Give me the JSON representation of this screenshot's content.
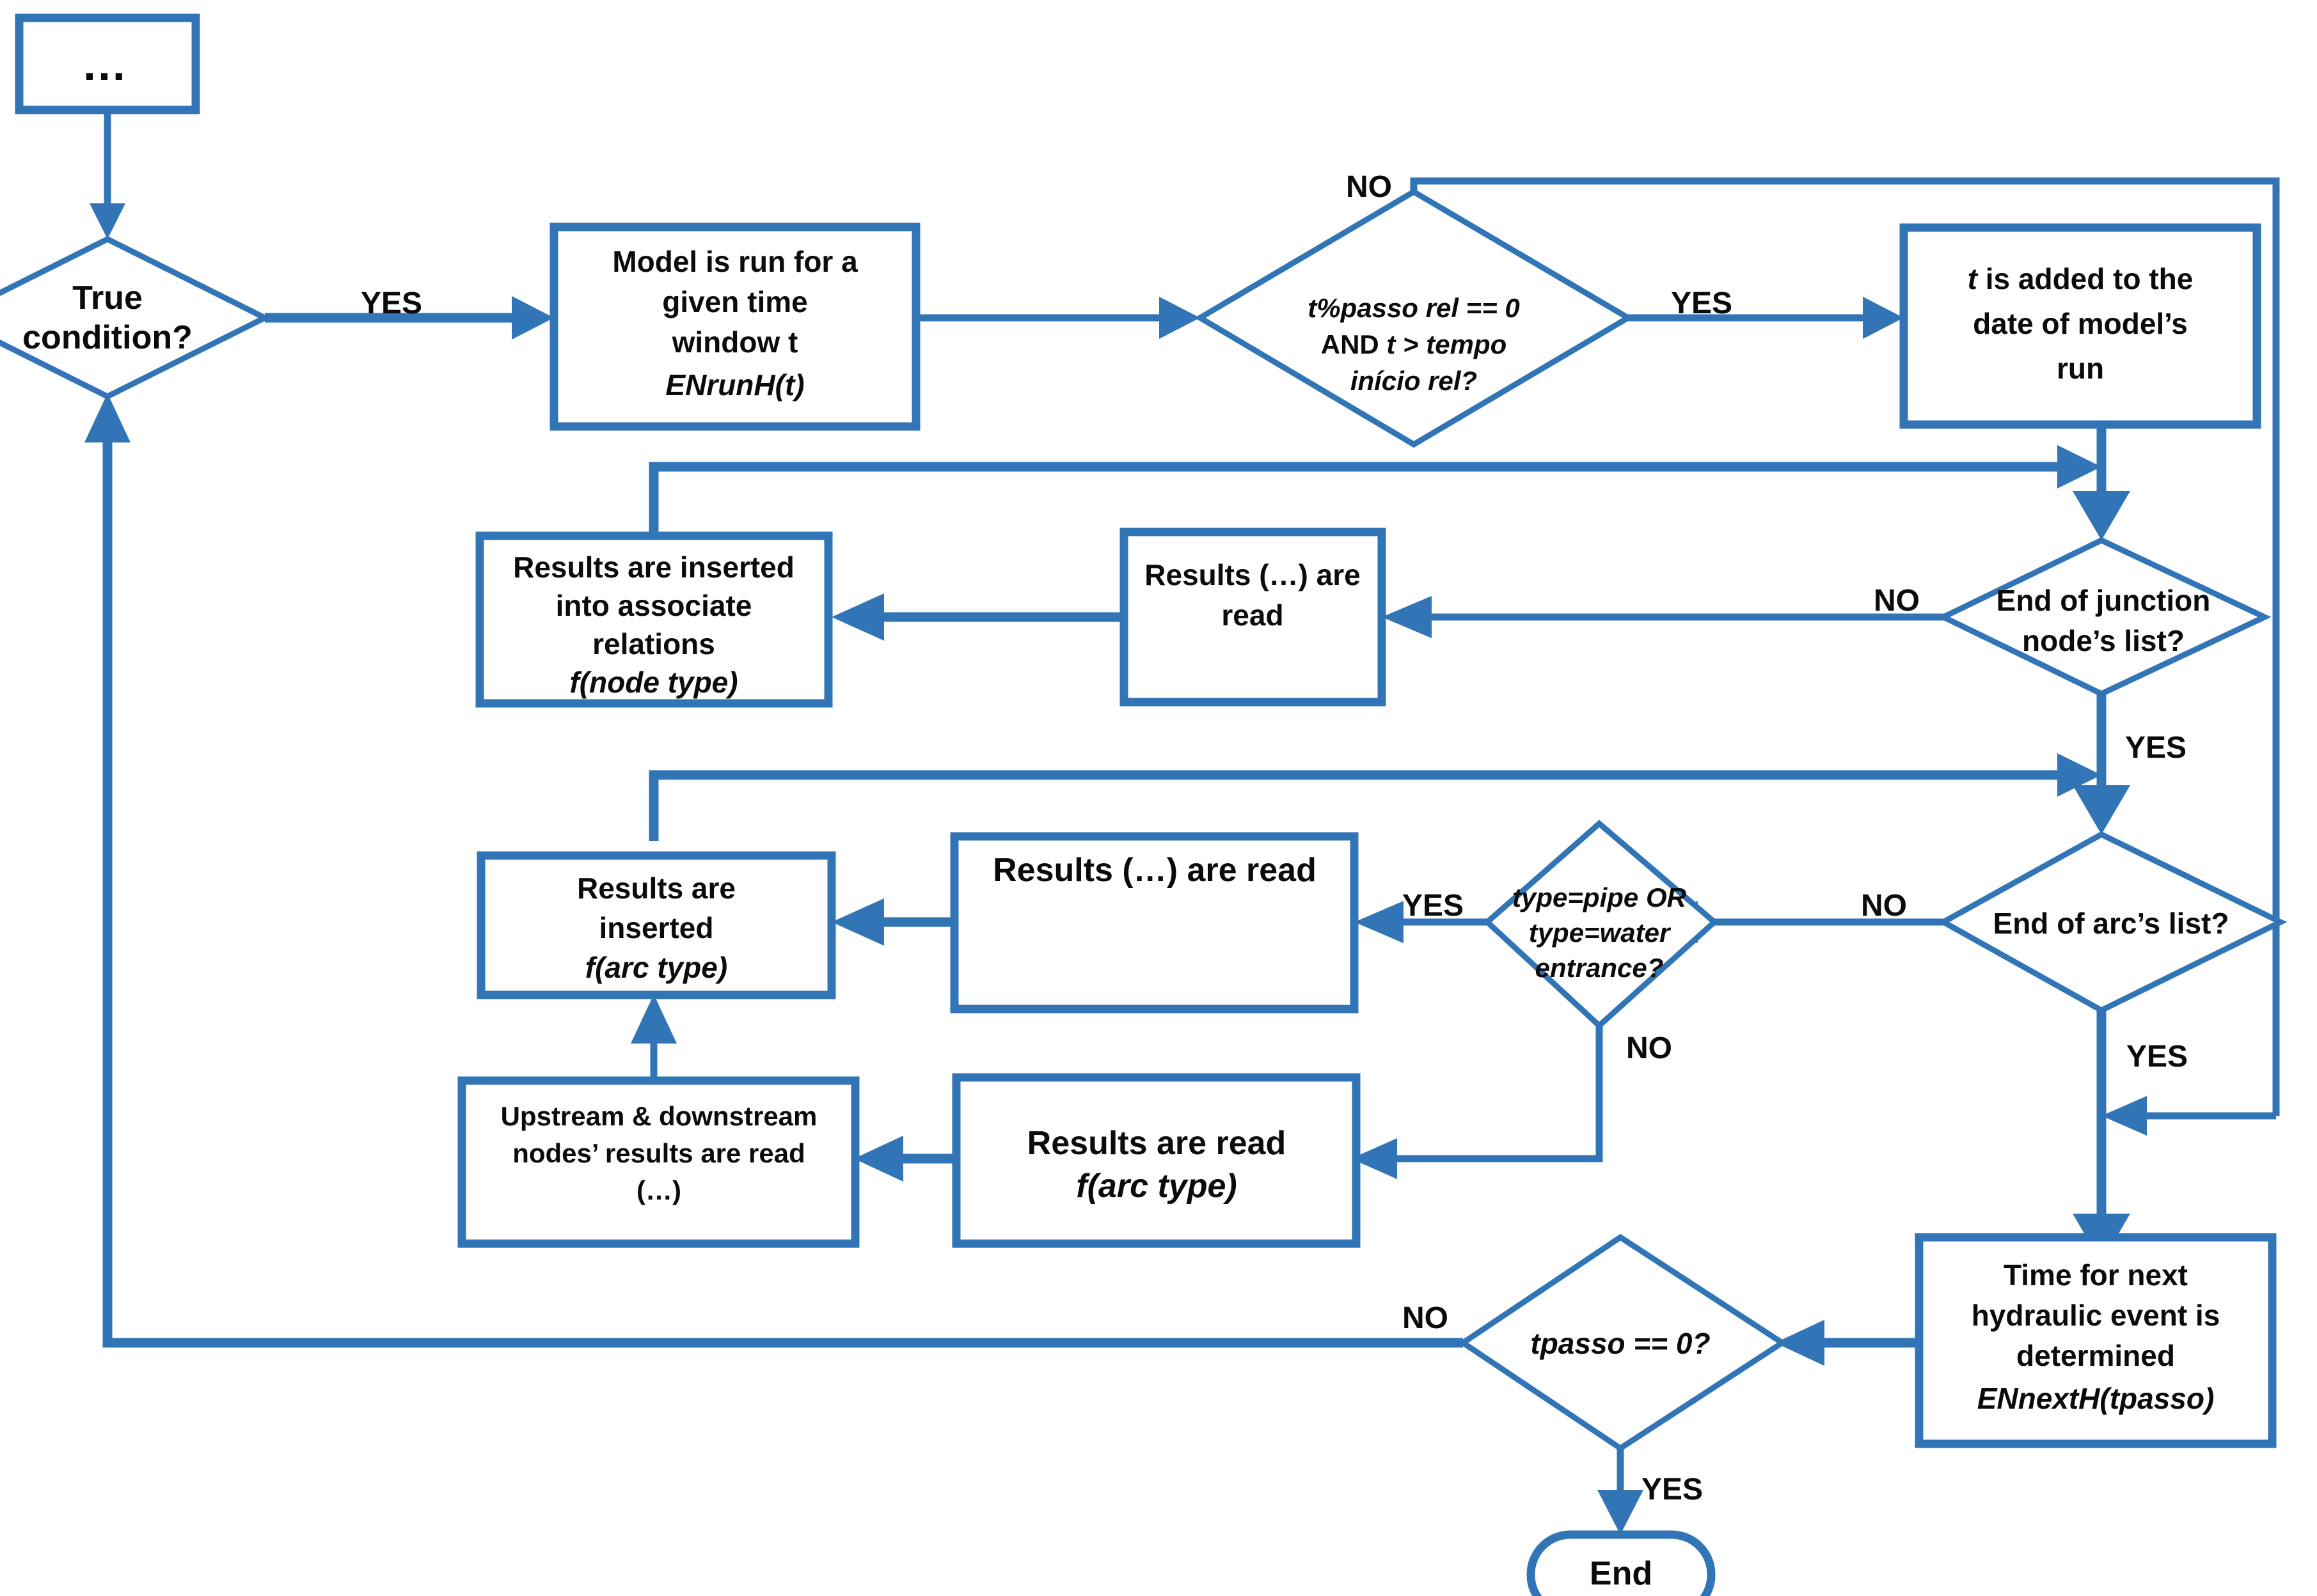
{
  "diagram": {
    "title": "Model run flowchart",
    "accent_color": "#3275B6",
    "text_color": "#0B0B0B",
    "background_color": "#FFFFFF"
  },
  "nodes": {
    "start_ellipsis": {
      "text": "…"
    },
    "true_condition": {
      "line1": "True",
      "line2": "condition?"
    },
    "model_run": {
      "line1": "Model is run for a",
      "line2": "given time",
      "line3": "window t",
      "line4": "ENrunH(t)"
    },
    "passo_check": {
      "line1": "t%passo rel == 0",
      "line2": "AND t > tempo",
      "line3": "início rel?"
    },
    "t_added": {
      "line1": "t is added to the",
      "line2": "date of model’s",
      "line3": "run"
    },
    "junction_end": {
      "line1": "End of junction",
      "line2": "node’s list?"
    },
    "results_read_node": {
      "line1": "Results (…) are",
      "line2": "read"
    },
    "results_inserted_node": {
      "line1": "Results are inserted",
      "line2": "into associate",
      "line3": "relations",
      "line4": "f(node type)"
    },
    "arc_end": {
      "line1": "End of arc’s list?"
    },
    "type_check": {
      "line1": "type=pipe OR",
      "line2": "type=water",
      "line3": "entrance?"
    },
    "results_read_arc": {
      "line1": "Results (…) are read"
    },
    "results_inserted_arc": {
      "line1": "Results are",
      "line2": "inserted",
      "line3": "f(arc type)"
    },
    "results_read_ftype": {
      "line1": "Results are read",
      "line2": "f(arc type)"
    },
    "upstream_downstream": {
      "line1": "Upstream & downstream",
      "line2": "nodes’ results  are read",
      "line3": "(…)"
    },
    "next_event": {
      "line1": "Time for next",
      "line2": "hydraulic event is",
      "line3": "determined",
      "line4": "ENnextH(tpasso)"
    },
    "tpasso_check": {
      "line1": "tpasso == 0?"
    },
    "end_node": {
      "text": "End"
    }
  },
  "edge_labels": {
    "true_condition_yes": "YES",
    "passo_no": "NO",
    "passo_yes": "YES",
    "junction_no": "NO",
    "junction_yes": "YES",
    "arc_no": "NO",
    "arc_yes": "YES",
    "type_yes": "YES",
    "type_no": "NO",
    "tpasso_no": "NO",
    "tpasso_yes": "YES"
  }
}
